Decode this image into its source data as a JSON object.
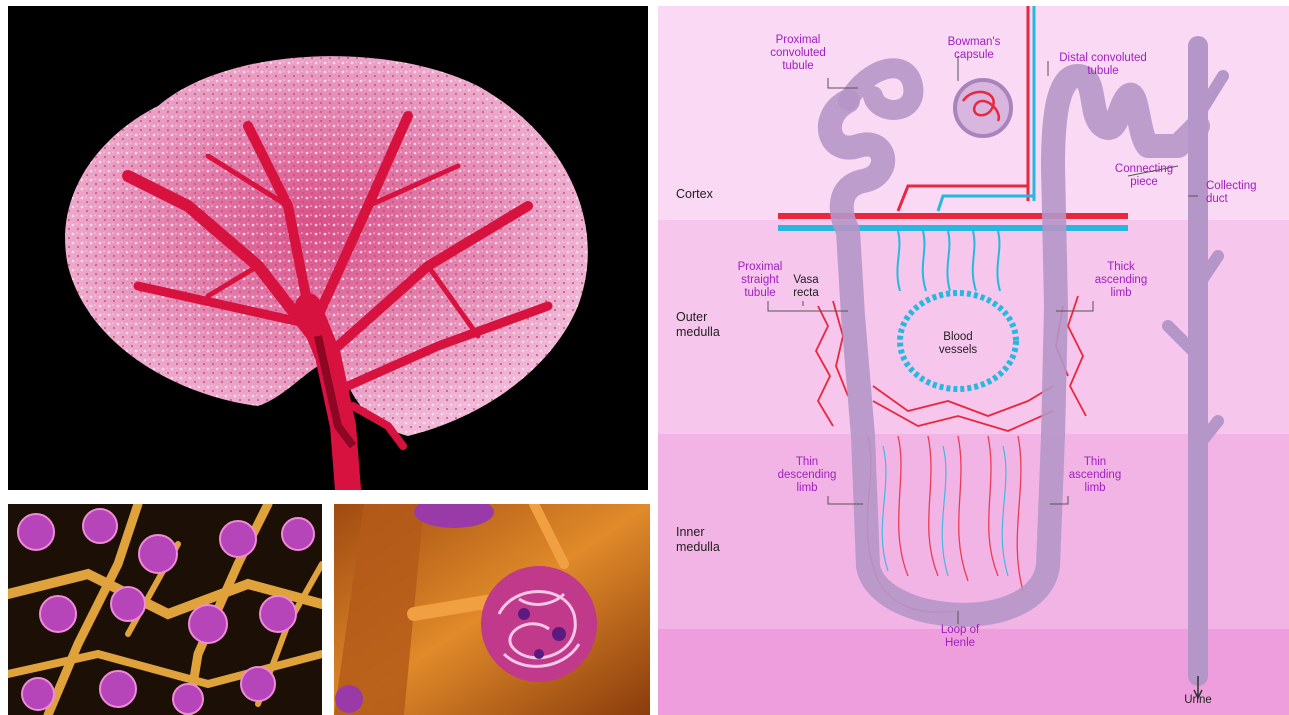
{
  "zones": {
    "cortex": "Cortex",
    "outer_medulla": "Outer\nmedulla",
    "inner_medulla": "Inner\nmedulla"
  },
  "labels": {
    "proximal_convoluted_tubule": "Proximal\nconvoluted\ntubule",
    "bowmans_capsule": "Bowman's\ncapsule",
    "distal_convoluted_tubule": "Distal convoluted\ntubule",
    "connecting_piece": "Connecting\npiece",
    "collecting_duct": "Collecting\nduct",
    "proximal_straight_tubule": "Proximal\nstraight\ntubule",
    "vasa_recta": "Vasa\nrecta",
    "thick_ascending_limb": "Thick\nascending\nlimb",
    "blood_vessels": "Blood\nvessels",
    "thin_descending_limb": "Thin\ndescending\nlimb",
    "thin_ascending_limb": "Thin\nascending\nlimb",
    "loop_of_henle": "Loop of\nHenle",
    "urine": "Urine"
  },
  "colors": {
    "artery": "#e8283c",
    "vein": "#27b8e0",
    "tubule": "#b596c8",
    "label": "#a020c0",
    "cortex_bg": "#f9d9f3",
    "outer_medulla_bg": "#f6c6ec",
    "inner_medulla_bg": "#f2b4e4",
    "papilla_bg": "#ee9edc"
  }
}
